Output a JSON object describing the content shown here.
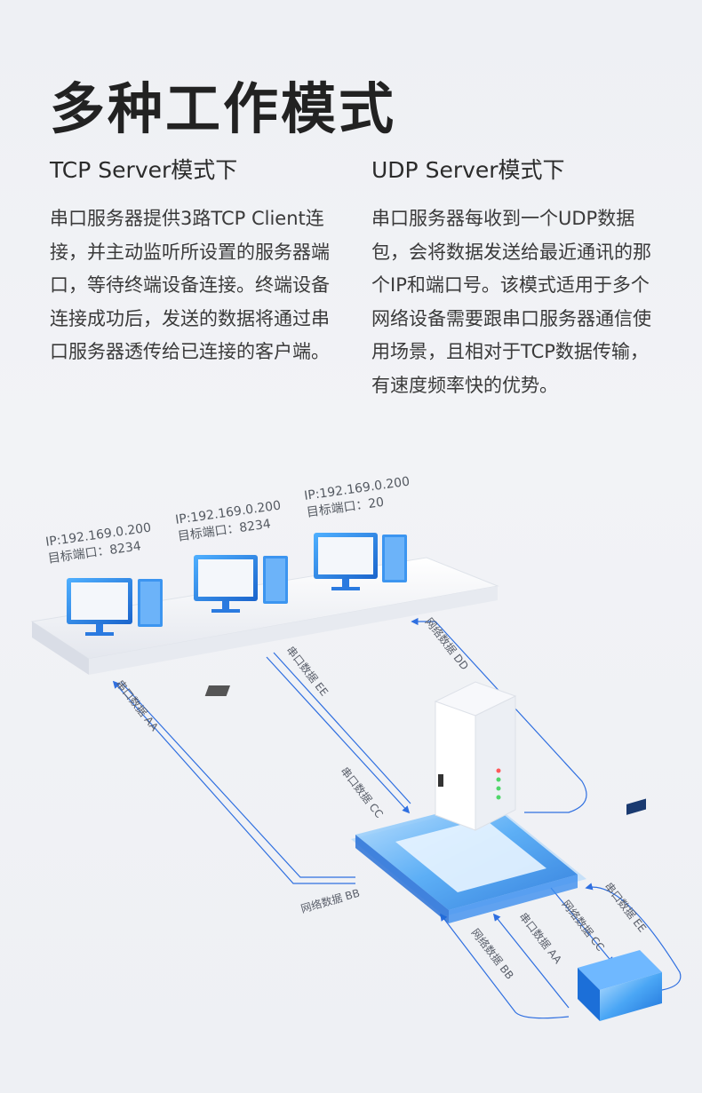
{
  "title": "多种工作模式",
  "tcp": {
    "heading": "TCP Server模式下",
    "body": "串口服务器提供3路TCP Client连接，并主动监听所设置的服务器端口，等待终端设备连接。终端设备连接成功后，发送的数据将通过串口服务器透传给已连接的客户端。"
  },
  "udp": {
    "heading": "UDP Server模式下",
    "body": "串口服务器每收到一个UDP数据包，会将数据发送给最近通讯的那个IP和端口号。该模式适用于多个网络设备需要跟串口服务器通信使用场景，且相对于TCP数据传输，有速度频率快的优势。"
  },
  "terminals": [
    {
      "ip": "IP:192.169.0.200",
      "port": "目标端口：8234"
    },
    {
      "ip": "IP:192.169.0.200",
      "port": "目标端口：8234"
    },
    {
      "ip": "IP:192.169.0.200",
      "port": "目标端口：20"
    }
  ],
  "flows": {
    "serial_aa": "串口数据 AA",
    "serial_ee": "串口数据 EE",
    "net_dd": "网络数据 DD",
    "serial_cc": "串口数据 CC",
    "net_bb": "网络数据 BB",
    "serial_ee_2": "串口数据 EE",
    "net_cc": "网络数据 CC",
    "serial_aa_2": "串口数据 AA",
    "net_bb_2": "网络数据 BB"
  },
  "colors": {
    "accent": "#2f6fe0",
    "glow": "#7cc0ff"
  }
}
